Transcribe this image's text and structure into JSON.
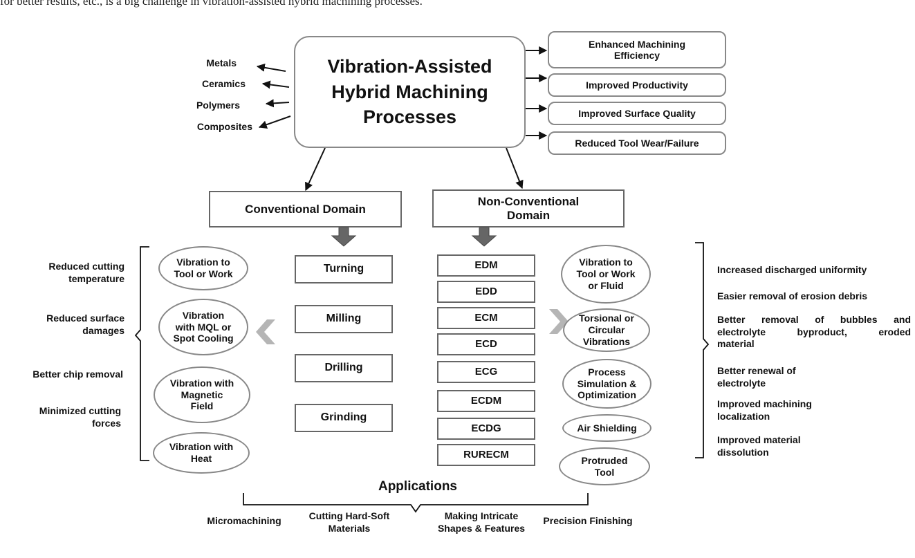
{
  "top_text": "for better results, etc., is a big challenge in vibration-assisted hybrid machining processes.",
  "center": {
    "line1": "Vibration-Assisted",
    "line2": "Hybrid Machining",
    "line3": "Processes"
  },
  "materials": [
    "Metals",
    "Ceramics",
    "Polymers",
    "Composites"
  ],
  "benefits": [
    {
      "line1": "Enhanced Machining",
      "line2": "Efficiency"
    },
    {
      "line1": "Improved Productivity"
    },
    {
      "line1": "Improved Surface Quality"
    },
    {
      "line1": "Reduced Tool Wear/Failure"
    }
  ],
  "conventional": {
    "title": "Conventional Domain",
    "processes": [
      "Turning",
      "Milling",
      "Drilling",
      "Grinding"
    ],
    "techniques": [
      {
        "line1": "Vibration to",
        "line2": "Tool or Work"
      },
      {
        "line1": "Vibration",
        "line2": "with MQL or",
        "line3": "Spot Cooling"
      },
      {
        "line1": "Vibration with",
        "line2": "Magnetic",
        "line3": "Field"
      },
      {
        "line1": "Vibration with",
        "line2": "Heat"
      }
    ],
    "effects": [
      {
        "line1": "Reduced cutting",
        "line2": "temperature"
      },
      {
        "line1": "Reduced surface",
        "line2": "damages"
      },
      {
        "line1": "Better chip removal"
      },
      {
        "line1": "Minimized cutting",
        "line2": "forces"
      }
    ]
  },
  "nonconventional": {
    "title_line1": "Non-Conventional",
    "title_line2": "Domain",
    "processes": [
      "EDM",
      "EDD",
      "ECM",
      "ECD",
      "ECG",
      "ECDM",
      "ECDG",
      "RURECM"
    ],
    "techniques": [
      {
        "line1": "Vibration to",
        "line2": "Tool or Work",
        "line3": "or Fluid"
      },
      {
        "line1": "Torsional or",
        "line2": "Circular",
        "line3": "Vibrations"
      },
      {
        "line1": "Process",
        "line2": "Simulation &",
        "line3": "Optimization"
      },
      {
        "line1": "Air Shielding"
      },
      {
        "line1": "Protruded",
        "line2": "Tool"
      }
    ],
    "effects": [
      {
        "line1": "Increased discharged uniformity"
      },
      {
        "line1": "Easier removal of erosion debris"
      },
      {
        "line1": "Better removal of bubbles and",
        "line2": "electrolyte byproduct, eroded",
        "line3": "material"
      },
      {
        "line1": "Better renewal of",
        "line2": "electrolyte"
      },
      {
        "line1": "Improved machining",
        "line2": "localization"
      },
      {
        "line1": "Improved material",
        "line2": "dissolution"
      }
    ]
  },
  "applications": {
    "title": "Applications",
    "items": [
      {
        "line1": "Micromachining"
      },
      {
        "line1": "Cutting Hard-Soft",
        "line2": "Materials"
      },
      {
        "line1": "Making Intricate",
        "line2": "Shapes & Features"
      },
      {
        "line1": "Precision Finishing"
      }
    ]
  },
  "colors": {
    "box_border": "#888888",
    "arrow": "#111111",
    "block_arrow": "#666666",
    "chevron": "#b0b0b0"
  }
}
